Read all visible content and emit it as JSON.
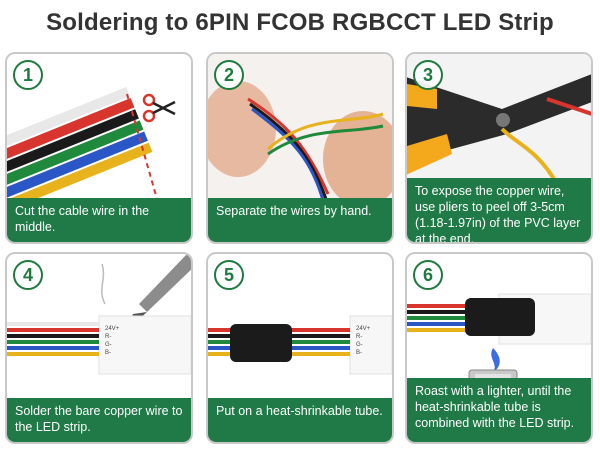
{
  "title": "Soldering to 6PIN FCOB RGBCCT LED Strip",
  "brand": {
    "green": "#1f7a47"
  },
  "steps": [
    {
      "number": "1",
      "caption": "Cut the cable wire in the middle.",
      "icon": "scissors-icon"
    },
    {
      "number": "2",
      "caption": "Separate the wires by hand.",
      "icon": "hands-icon"
    },
    {
      "number": "3",
      "caption": "To expose the copper wire, use pliers to peel off 3-5cm (1.18-1.97in) of the PVC layer at the end.",
      "icon": "wire-stripper-icon"
    },
    {
      "number": "4",
      "caption": "Solder the bare copper wire to the LED strip.",
      "icon": "soldering-iron-icon"
    },
    {
      "number": "5",
      "caption": "Put on a heat-shrinkable tube.",
      "icon": "heat-shrink-tube-icon"
    },
    {
      "number": "6",
      "caption": "Roast with a lighter, until the heat-shrinkable tube is combined with the LED strip.",
      "icon": "lighter-icon"
    }
  ],
  "strip_labels": [
    "24V+",
    "R-",
    "G-",
    "B-"
  ]
}
